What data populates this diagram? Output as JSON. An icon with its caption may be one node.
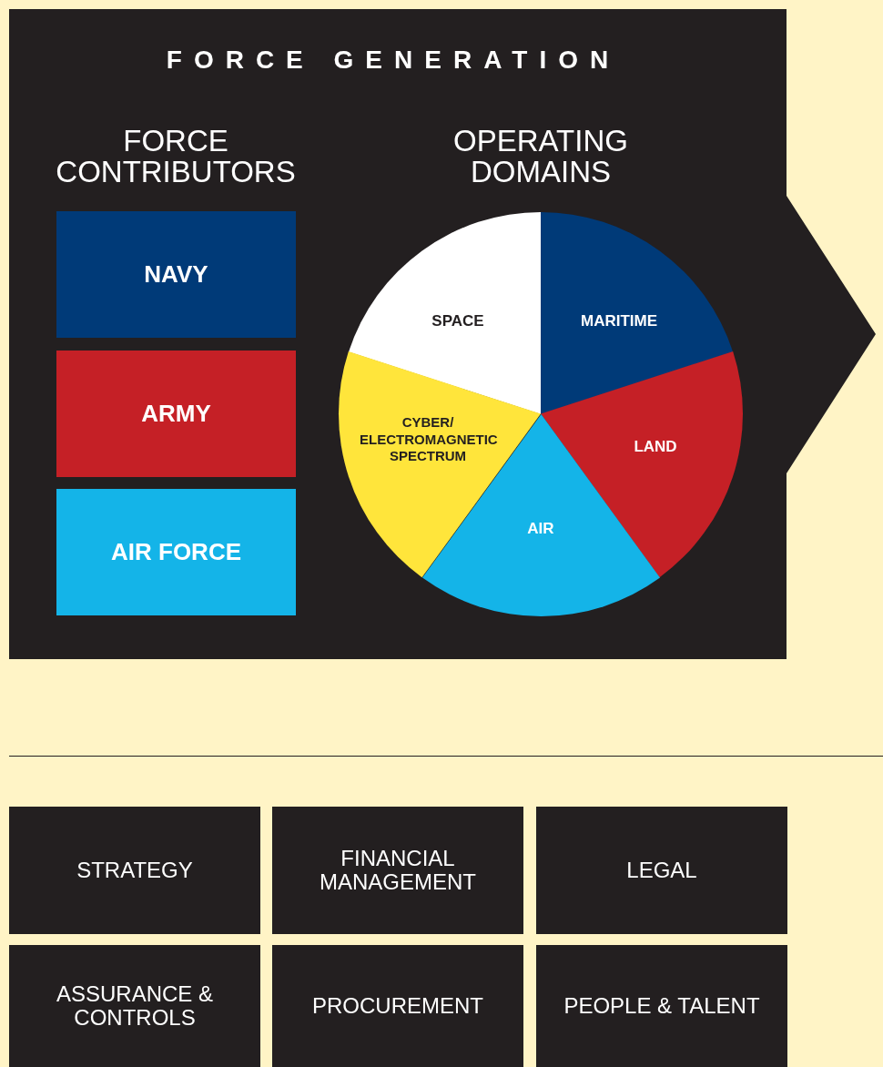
{
  "diagram": {
    "nodes": [
      {
        "text": [
          "FORCE GENERATION"
        ]
      },
      {
        "text": [
          "NAVY"
        ],
        "in": 0
      },
      {
        "text": [
          "ARMY"
        ],
        "in": 0
      },
      {
        "text": [
          "AIR FORCE"
        ],
        "in": 0
      },
      {
        "text": [
          "SPACE"
        ],
        "in": 0
      },
      {
        "text": [
          "MARITIME"
        ],
        "in": 0
      },
      {
        "text": [
          "CYBER/ ELECTROMAGNETIC SPECTRUM"
        ],
        "in": 0
      },
      {
        "text": [
          "LAND"
        ],
        "in": 0
      },
      {
        "text": [
          "AIR"
        ],
        "in": 0
      },
      {
        "text": [
          "STRATEGY"
        ]
      },
      {
        "text": [
          "FINANCIAL MANAGEMENT"
        ]
      },
      {
        "text": [
          "LEGAL"
        ]
      },
      {
        "text": [
          "ASSURANCE & CONTROLS"
        ]
      },
      {
        "text": [
          "PROCUREMENT"
        ]
      },
      {
        "text": [
          "PEOPLE & TALENT"
        ]
      }
    ],
    "labels": [
      "FORCE CONTRIBUTORS",
      "OPERATING DOMAINS"
    ]
  }
}
